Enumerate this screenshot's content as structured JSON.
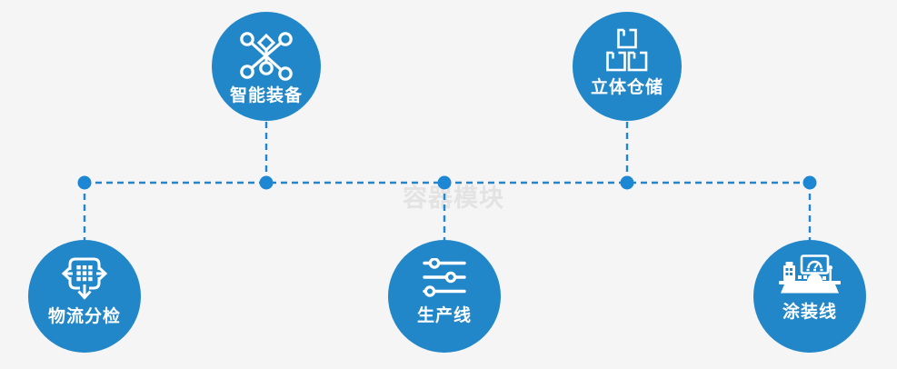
{
  "watermark": "容器模块",
  "colors": {
    "node_fill": "#2287c9",
    "connector": "#1e87d3",
    "background": "#f5f5f5",
    "label_text": "#ffffff",
    "watermark_text": "#e3e3e3"
  },
  "nodes": [
    {
      "label": "智能装备",
      "icon": "network-nodes-icon",
      "position": "top-left"
    },
    {
      "label": "立体仓储",
      "icon": "stacked-boxes-icon",
      "position": "top-right"
    },
    {
      "label": "物流分检",
      "icon": "sorting-arrows-icon",
      "position": "bottom-left"
    },
    {
      "label": "生产线",
      "icon": "sliders-icon",
      "position": "bottom-center"
    },
    {
      "label": "涂装线",
      "icon": "control-station-icon",
      "position": "bottom-right"
    }
  ]
}
